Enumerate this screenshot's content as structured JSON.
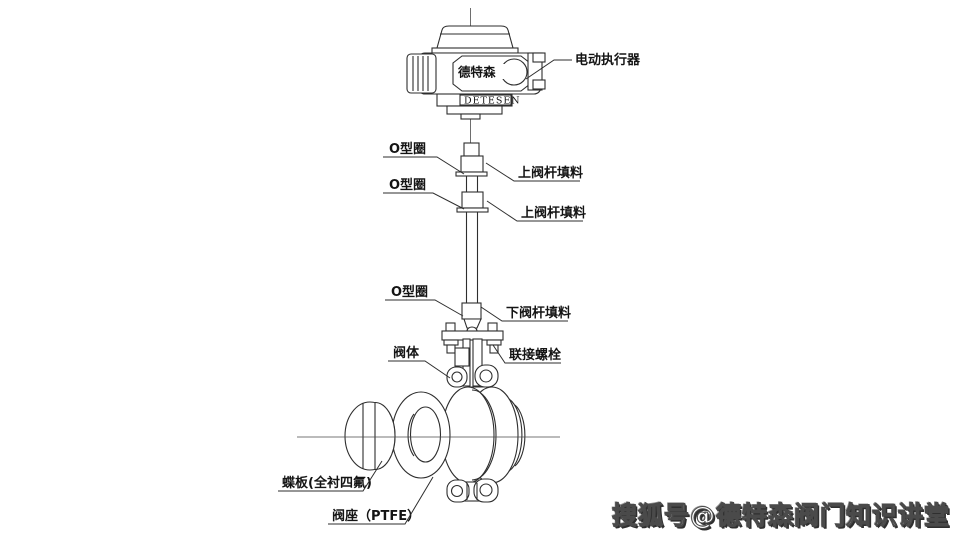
{
  "colors": {
    "line": "#2e2e2e",
    "label_text": "#141414",
    "background": "#ffffff",
    "watermark_fill": "#ffffff",
    "watermark_shadow": "#2f2f2f"
  },
  "actuator": {
    "brand_cn": "德特森",
    "brand_en": "DETESEN"
  },
  "labels": {
    "actuator": "电动执行器",
    "o_ring": "O型圈",
    "upper_stem_packing": "上阀杆填料",
    "lower_stem_packing": "下阀杆填料",
    "valve_body": "阀体",
    "connecting_bolt": "联接螺栓",
    "butterfly_plate": "蝶板(全衬四氟)",
    "valve_seat": "阀座（PTFE）"
  },
  "watermark": "搜狐号@德特森阀门知识讲堂"
}
